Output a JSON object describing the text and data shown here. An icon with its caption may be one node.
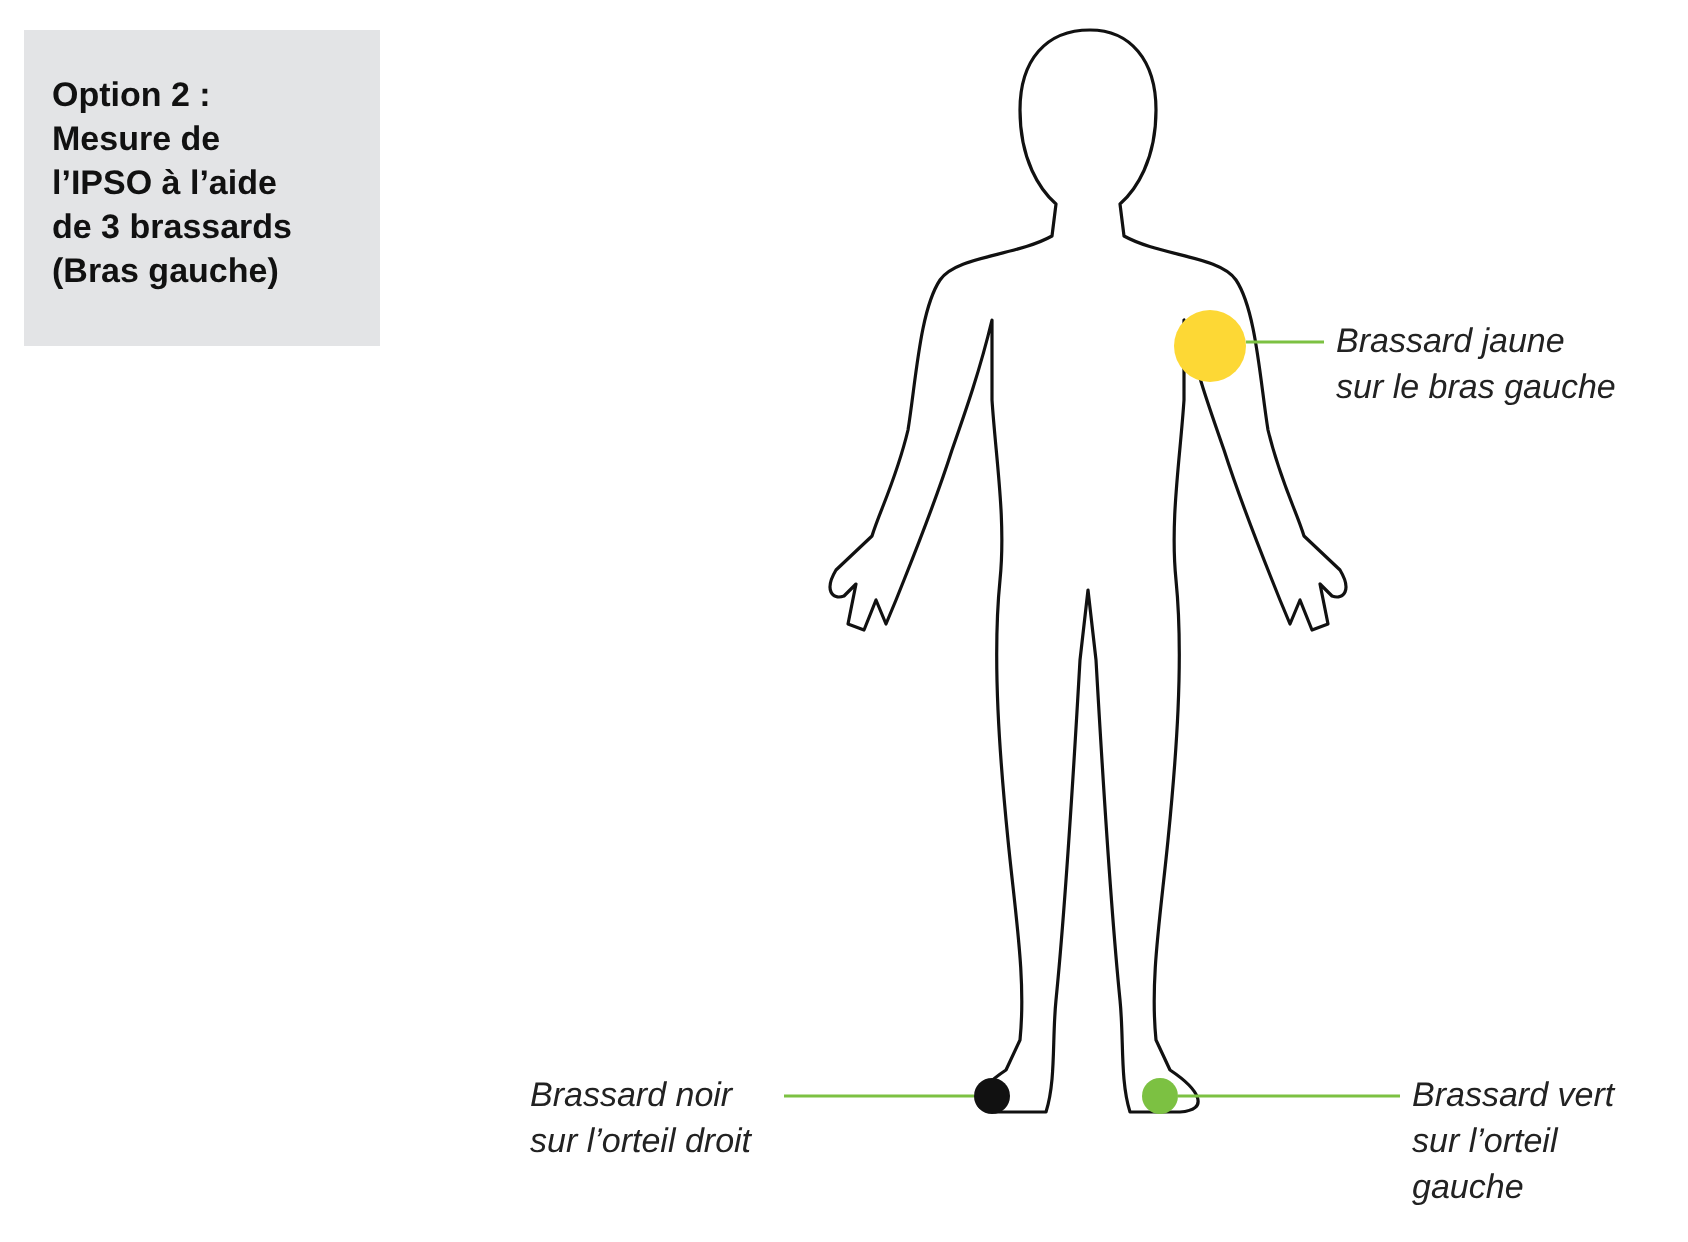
{
  "diagram": {
    "nodes": [
      {
        "text": [
          "Option 2 : Mesure de l’IPSO à l’aide de 3 brassards (Bras gauche)"
        ]
      },
      {
        "text": [
          "Brassard jaune sur le bras gauche"
        ]
      },
      {
        "text": [],
        "shape": "circle"
      },
      {
        "text": [
          "Brassard noir sur l’orteil droit"
        ]
      },
      {
        "text": [],
        "shape": "circle"
      },
      {
        "text": [
          "Brassard vert sur l’orteil gauche"
        ]
      },
      {
        "text": [],
        "shape": "circle"
      }
    ],
    "edges": [
      {
        "from": 1,
        "to": 2,
        "arrow": "none"
      },
      {
        "from": 3,
        "to": 4,
        "arrow": "none"
      },
      {
        "from": 5,
        "to": 6,
        "arrow": "none"
      }
    ]
  }
}
